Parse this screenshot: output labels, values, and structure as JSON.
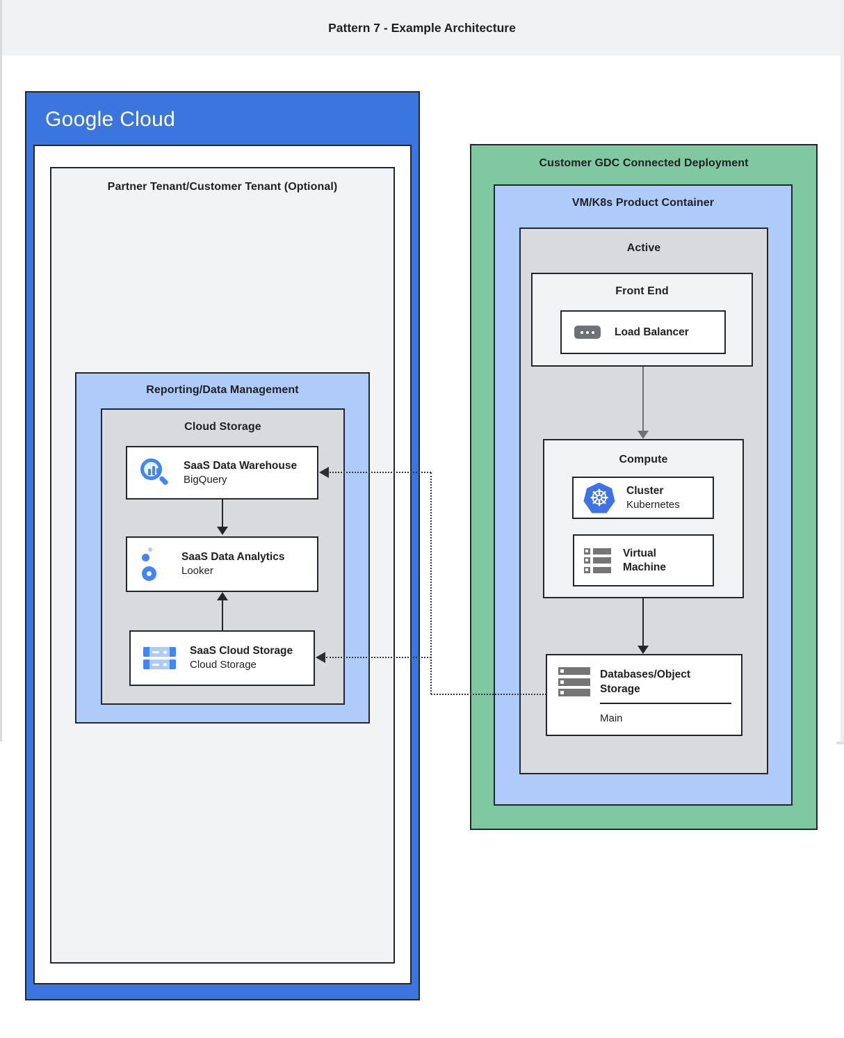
{
  "page": {
    "title": "Pattern 7 - Example Architecture"
  },
  "colors": {
    "google_blue": "#3b75e0",
    "light_blue": "#aecbfa",
    "green": "#80c8a2",
    "light_gray": "#f1f3f4",
    "mid_gray": "#d8dadd",
    "border_dark": "#23262b",
    "icon_blue": "#4285f4",
    "icon_gray": "#757575"
  },
  "google_cloud": {
    "logo": {
      "word1": "Google",
      "word2": "Cloud"
    },
    "partner_tenant": {
      "title": "Partner Tenant/Customer Tenant (Optional)"
    },
    "reporting": {
      "title": "Reporting/Data Management"
    },
    "cloud_storage_group": {
      "title": "Cloud Storage"
    },
    "warehouse_card": {
      "title": "SaaS Data Warehouse",
      "subtitle": "BigQuery",
      "icon": "bigquery-icon"
    },
    "analytics_card": {
      "title": "SaaS Data Analytics",
      "subtitle": "Looker",
      "icon": "looker-icon"
    },
    "storage_card": {
      "title": "SaaS Cloud Storage",
      "subtitle": "Cloud Storage",
      "icon": "cloud-storage-icon"
    }
  },
  "gdc": {
    "title": "Customer GDC Connected Deployment",
    "vmk8s": {
      "title": "VM/K8s Product Container"
    },
    "active": {
      "title": "Active"
    },
    "front_end": {
      "title": "Front End"
    },
    "load_balancer_card": {
      "label": "Load Balancer",
      "icon": "load-balancer-icon"
    },
    "compute": {
      "title": "Compute"
    },
    "cluster_card": {
      "title": "Cluster",
      "subtitle": "Kubernetes",
      "icon": "kubernetes-icon"
    },
    "vm_card": {
      "title": "Virtual Machine",
      "icon": "server-icon"
    },
    "database_card": {
      "title": "Databases/Object Storage",
      "footer": "Main",
      "icon": "storage-server-icon"
    }
  }
}
